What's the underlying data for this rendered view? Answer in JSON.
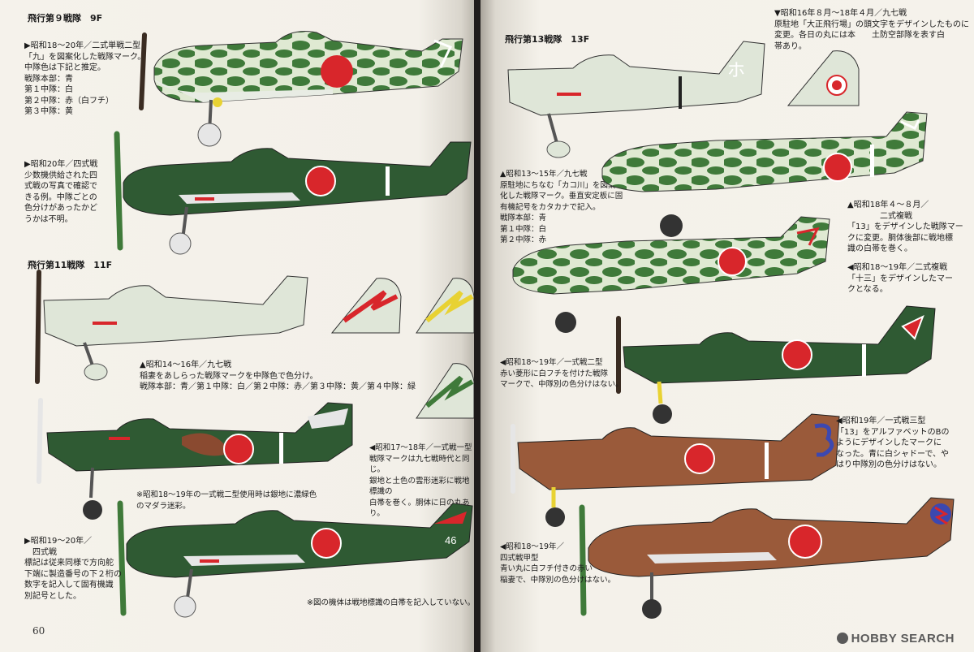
{
  "left_page": {
    "page_number": "60",
    "sections": [
      {
        "heading": "飛行第９戦隊　9F"
      },
      {
        "heading": "飛行第11戦隊　11F"
      }
    ],
    "captions": {
      "c1": "▶昭和18〜20年／二式単戦二型\n「九」を図案化した戦隊マーク。\n中隊色は下記と推定。\n戦隊本部：青\n第１中隊：白\n第２中隊：赤（白フチ）\n第３中隊：黄",
      "c2": "▶昭和20年／四式戦\n少数機供給された四\n式戦の写真で確認で\nきる例。中隊ごとの\n色分けがあったかど\nうかは不明。",
      "c3": "▲昭和14〜16年／九七戦\n稲妻をあしらった戦隊マークを中隊色で色分け。\n戦隊本部：青／第１中隊：白／第２中隊：赤／第３中隊：黄／第４中隊：緑",
      "c4": "◀昭和17〜18年／一式戦一型\n戦隊マークは九七戦時代と同じ。\n銀地と土色の雲形迷彩に戦地標識の\n白帯を巻く。胴体に日の丸あり。",
      "c5": "※昭和18〜19年の一式戦二型使用時は銀地に濃緑色\nのマダラ迷彩。",
      "c6": "▶昭和19〜20年／\n　四式戦\n標記は従来同様で方向舵\n下端に製造番号の下２桁の\n数字を記入して固有機識\n別記号とした。",
      "c7": "※図の機体は戦地標識の白帯を記入していない。"
    },
    "fin_codes": {
      "tail46": "46"
    }
  },
  "right_page": {
    "sections": [
      {
        "heading": "飛行第13戦隊　13F"
      }
    ],
    "captions": {
      "r1": "▼昭和16年８月〜18年４月／九七戦\n原駐地「大正飛行場」の頭文字をデザインしたものに\n変更。各日の丸には本　　土防空部隊を表す白\n帯あり。",
      "r2": "▲昭和13〜15年／九七戦\n原駐地にちなむ「カコ川」を図案\n化した戦隊マーク。垂直安定板に固\n有機記号をカタカナで記入。\n戦隊本部：青\n第１中隊：白\n第２中隊：赤",
      "r3": "▲昭和18年４〜８月／\n　　　　二式複戦\n「13」をデザインした戦隊マー\nクに変更。胴体後部に戦地標\n識の白帯を巻く。",
      "r4": "◀昭和18〜19年／二式複戦\n「十三」をデザインしたマー\nクとなる。",
      "r5": "◀昭和18〜19年／一式戦二型\n赤い菱形に白フチを付けた戦隊\nマークで、中隊別の色分けはない。",
      "r6": "◀昭和19年／一式戦三型\n「13」をアルファベットのBの\nようにデザインしたマークに\nなった。青に白シャドーで、や\nはり中隊別の色分けはない。",
      "r7": "◀昭和18〜19年／\n四式戦甲型\n青い丸に白フチ付きの赤い\n稲妻で、中隊別の色分けはない。"
    },
    "fin_codes": {
      "kana": "ホ"
    }
  },
  "watermark": {
    "text": "HOBBY SEARCH"
  },
  "colors": {
    "dark_green": "#2f5a33",
    "mottle_green": "#3f7a3a",
    "pale_green": "#d9e6cf",
    "brown": "#9a5a3a",
    "hinomaru_red": "#d8262b",
    "marking_blue": "#3c48b0",
    "yellow": "#e8d233"
  }
}
